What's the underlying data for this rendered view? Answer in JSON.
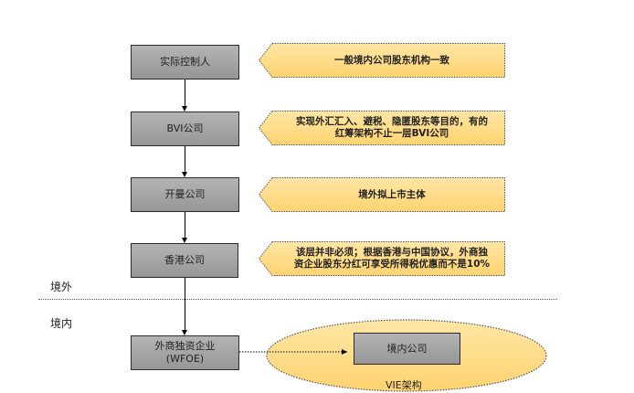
{
  "diagram": {
    "title": "VIE / Red-chip structure diagram",
    "colors": {
      "box_fill": "#a9a9a9",
      "box_border": "#2b2b2b",
      "callout_fill": "#ffd980",
      "callout_border": "#555555",
      "ellipse_fill": "#ffd980"
    },
    "entities": [
      {
        "id": "controller",
        "label": "实际控制人"
      },
      {
        "id": "bvi",
        "label": "BVI公司"
      },
      {
        "id": "cayman",
        "label": "开曼公司"
      },
      {
        "id": "hk",
        "label": "香港公司"
      },
      {
        "id": "wfoe",
        "label": "外商独资企业\n(WFOE)"
      },
      {
        "id": "domestic",
        "label": "境内公司"
      }
    ],
    "callouts": [
      {
        "target": "controller",
        "text": "一般境内公司股东机构一致"
      },
      {
        "target": "bvi",
        "text": "实现外汇汇入、避税、隐匿股东等目的，有的\n红筹架构不止一层BVI公司"
      },
      {
        "target": "cayman",
        "text": "境外拟上市主体"
      },
      {
        "target": "hk",
        "text": "该层并非必须；根据香港与中国协议，外商独\n资企业股东分红可享受所得税优惠而不是10%"
      }
    ],
    "regions": {
      "offshore": "境外",
      "onshore": "境内"
    },
    "vie_label": "VIE架构",
    "edges": [
      {
        "from": "controller",
        "to": "bvi",
        "style": "solid"
      },
      {
        "from": "bvi",
        "to": "cayman",
        "style": "solid"
      },
      {
        "from": "cayman",
        "to": "hk",
        "style": "solid"
      },
      {
        "from": "hk",
        "to": "wfoe",
        "style": "solid"
      },
      {
        "from": "wfoe",
        "to": "domestic",
        "style": "dotted"
      }
    ]
  }
}
